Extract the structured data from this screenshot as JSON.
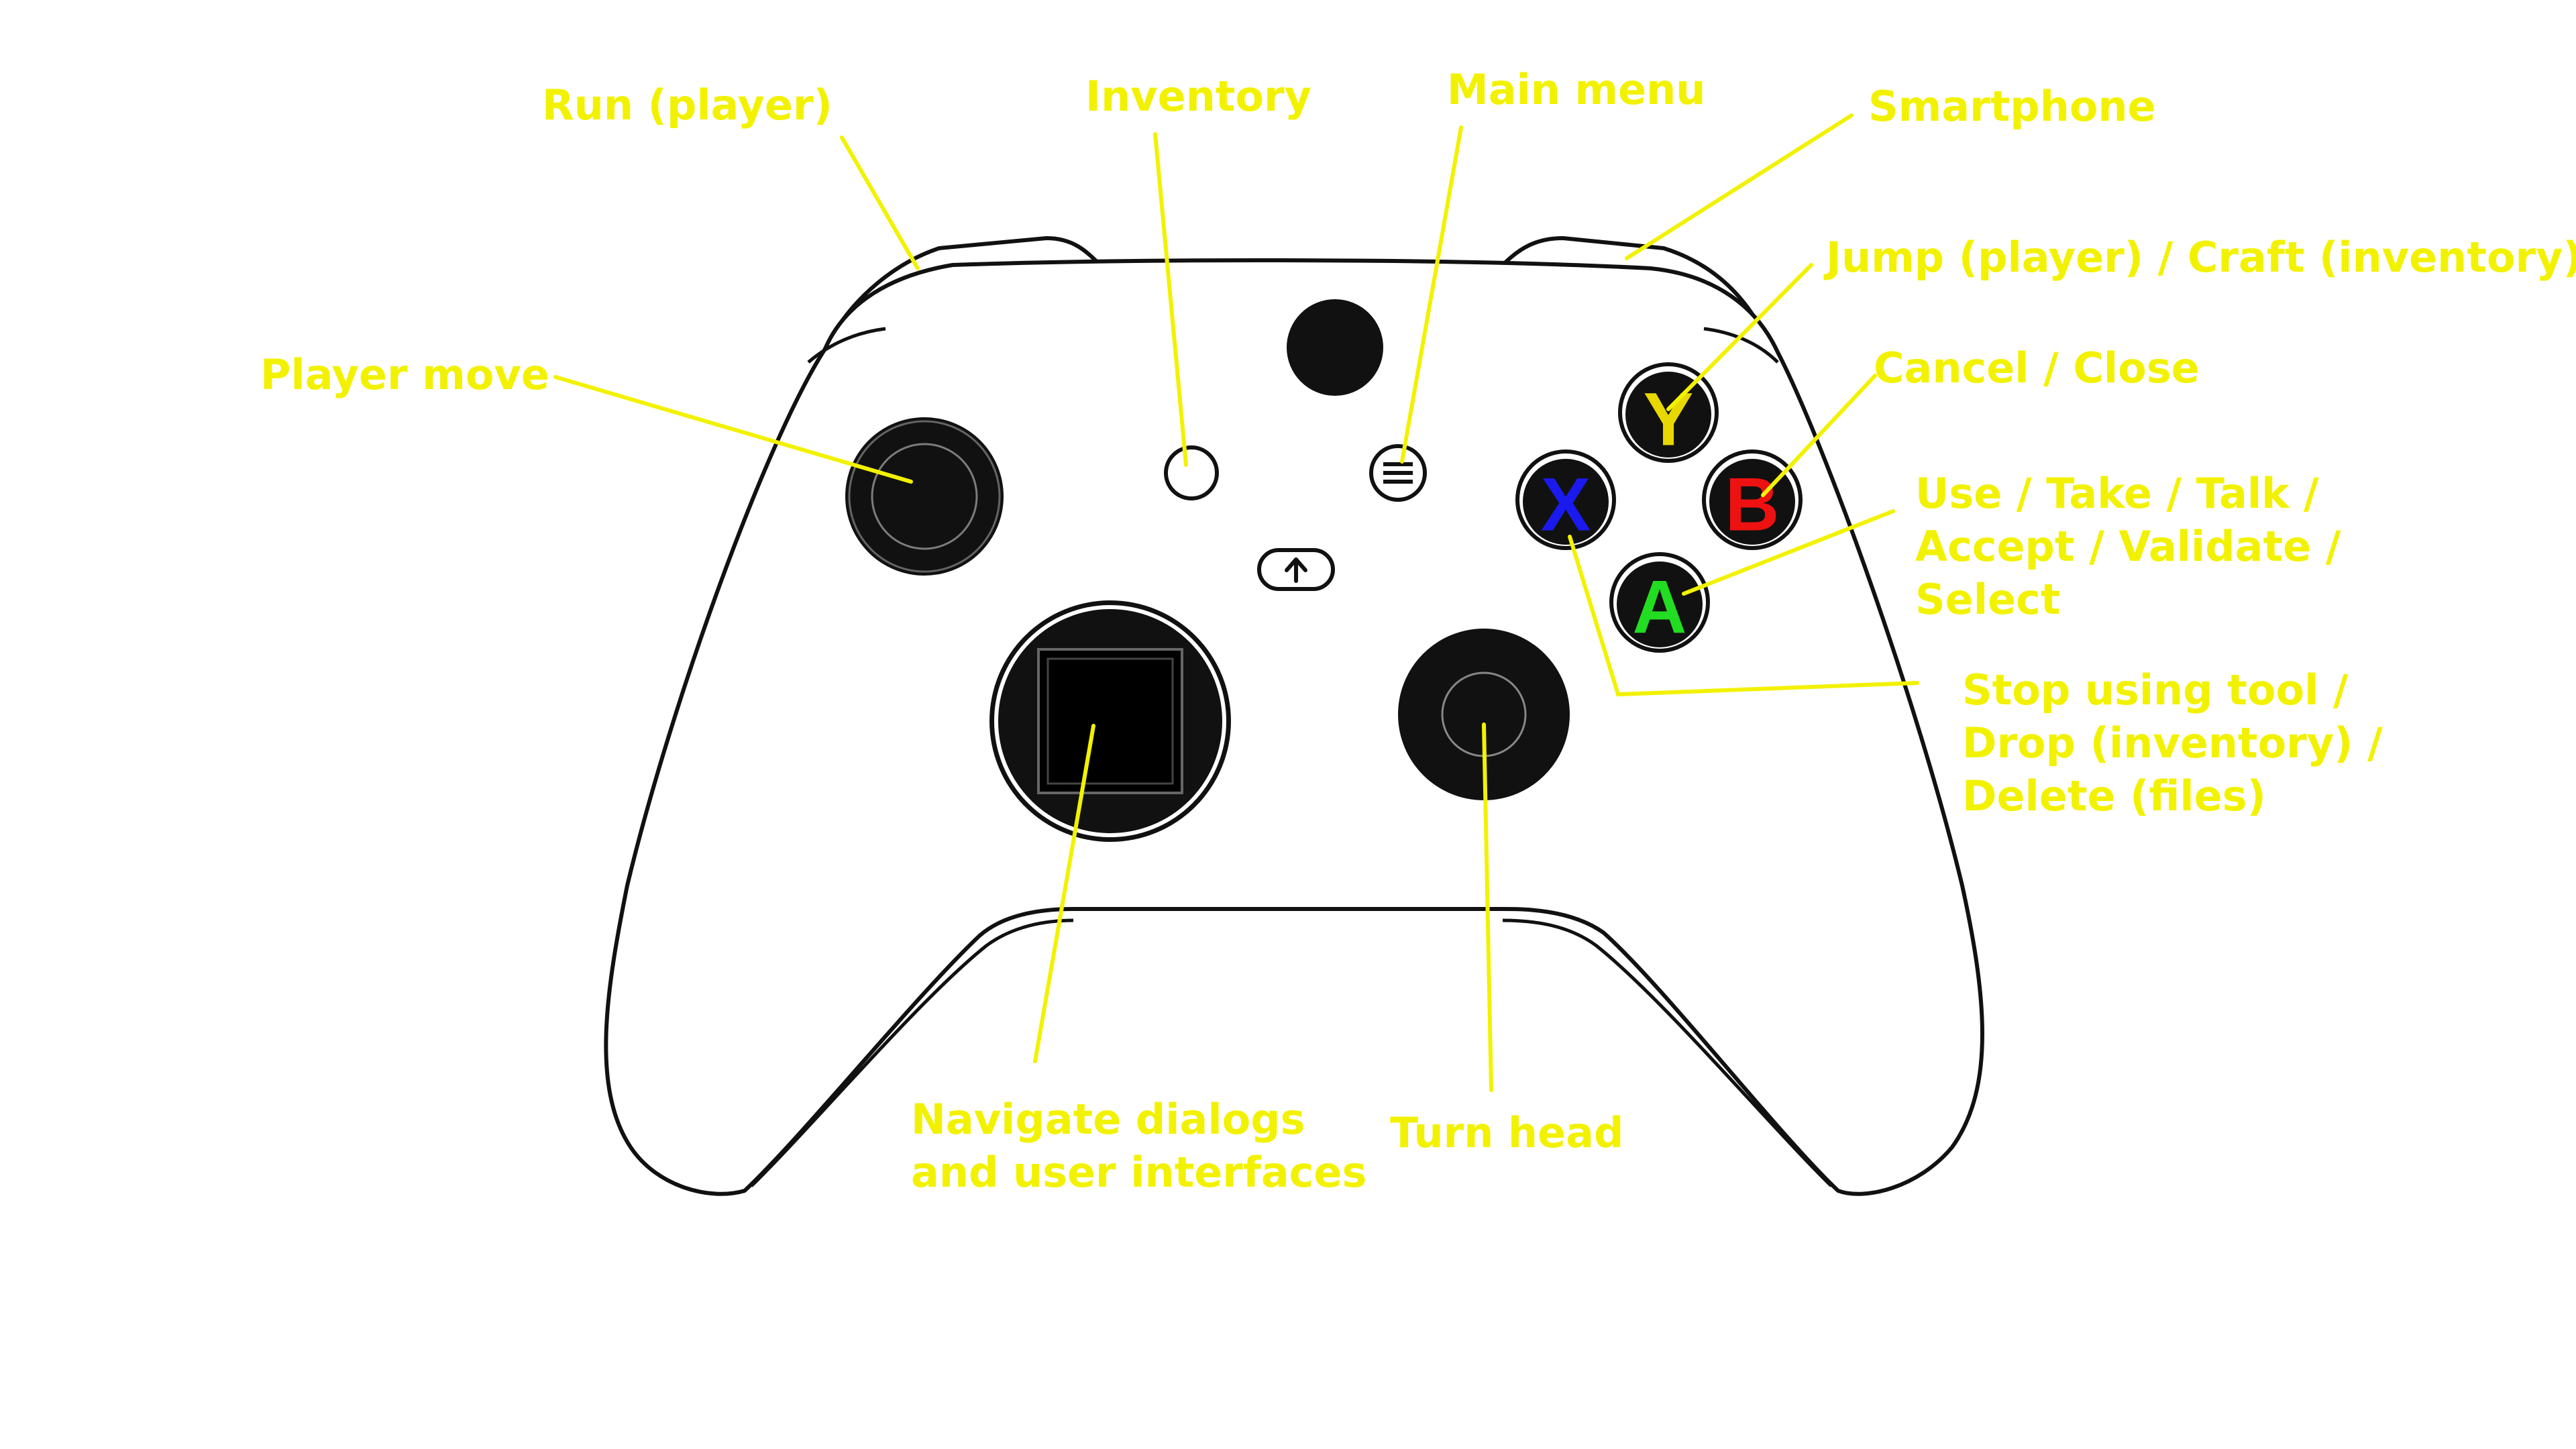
{
  "labels": {
    "run": "Run (player)",
    "inventory": "Inventory",
    "main_menu": "Main menu",
    "smartphone": "Smartphone",
    "jump": "Jump (player) / Craft (inventory)",
    "cancel": "Cancel / Close",
    "player_move": "Player move",
    "use_line1": "Use / Take / Talk /",
    "use_line2": "Accept / Validate /",
    "use_line3": "Select",
    "stop_line1": "Stop using tool /",
    "stop_line2": "Drop (inventory) /",
    "stop_line3": "Delete (files)",
    "navigate_line1": "Navigate dialogs",
    "navigate_line2": "and user interfaces",
    "turn_head": "Turn head"
  },
  "buttons": {
    "y": "Y",
    "b": "B",
    "x": "X",
    "a": "A"
  },
  "colors": {
    "label": "#f2f200",
    "y_button": "#e8d800",
    "b_button": "#ee1111",
    "x_button": "#1a1aee",
    "a_button": "#22dd22",
    "outline": "#111111"
  },
  "icons": {
    "view_button": "view-icon",
    "menu_button": "hamburger-menu-icon",
    "share_button": "share-arrow-icon",
    "xbox_button": "xbox-guide-icon"
  }
}
